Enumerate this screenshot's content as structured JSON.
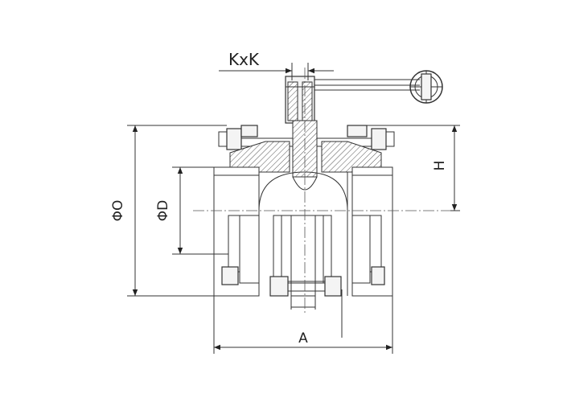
{
  "labels": {
    "kxk": "KxK",
    "h": "H",
    "phi_o": "ΦO",
    "phi_d": "ΦD",
    "a": "A"
  }
}
